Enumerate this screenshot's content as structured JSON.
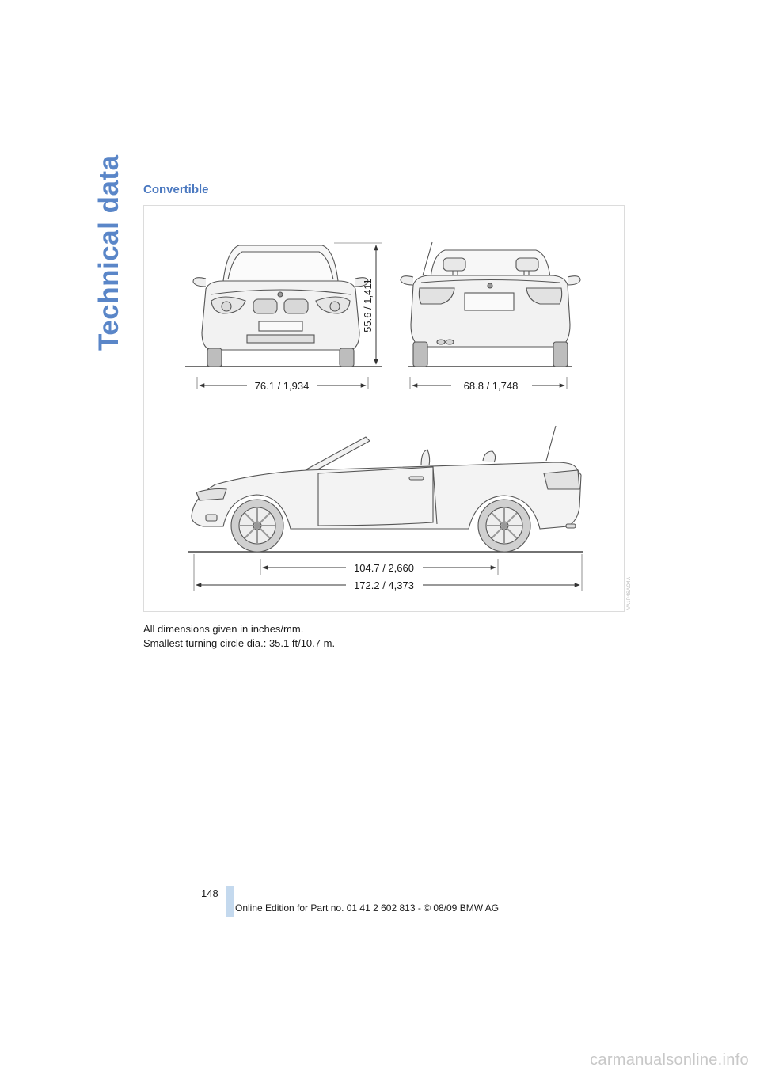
{
  "sidebar": {
    "section_label": "Technical data"
  },
  "section": {
    "title": "Convertible"
  },
  "figure": {
    "dimensions": {
      "height": "55.6 / 1,411",
      "width_front": "76.1 / 1,934",
      "track_rear": "68.8 / 1,748",
      "wheelbase": "104.7 / 2,660",
      "length": "172.2 / 4,373"
    },
    "figure_id": "VA1P4SAO4A"
  },
  "notes": {
    "line1": "All dimensions given in inches/mm.",
    "line2": "Smallest turning circle dia.: 35.1 ft/10.7 m."
  },
  "footer": {
    "page_number": "148",
    "edition_text": "Online Edition for Part no. 01 41 2 602 813 - © 08/09 BMW AG",
    "watermark": "carmanualsonline.info"
  }
}
